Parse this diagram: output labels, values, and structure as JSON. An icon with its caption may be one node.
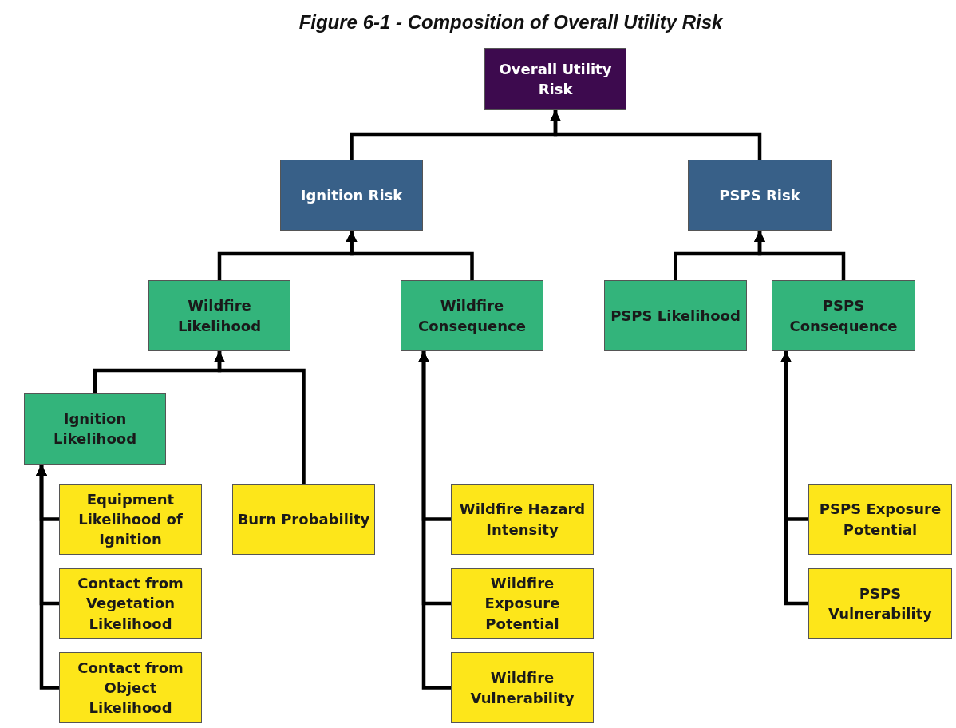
{
  "diagram": {
    "title": "Figure 6-1 - Composition of Overall Utility Risk",
    "nodes": [
      {
        "text": [
          "Overall Utility Risk"
        ]
      },
      {
        "text": [
          "Ignition Risk"
        ]
      },
      {
        "text": [
          "PSPS Risk"
        ]
      },
      {
        "text": [
          "Wildfire Likelihood"
        ]
      },
      {
        "text": [
          "Wildfire Consequence"
        ]
      },
      {
        "text": [
          "PSPS Likelihood"
        ]
      },
      {
        "text": [
          "PSPS Consequence"
        ]
      },
      {
        "text": [
          "Ignition Likelihood"
        ]
      },
      {
        "text": [
          "Equipment Likelihood of Ignition"
        ]
      },
      {
        "text": [
          "Burn Probability"
        ]
      },
      {
        "text": [
          "Wildfire Hazard Intensity"
        ]
      },
      {
        "text": [
          "PSPS Exposure Potential"
        ]
      },
      {
        "text": [
          "Contact from Vegetation Likelihood"
        ]
      },
      {
        "text": [
          "Wildfire Exposure Potential"
        ]
      },
      {
        "text": [
          "PSPS Vulnerability"
        ]
      },
      {
        "text": [
          "Contact from Object Likelihood"
        ]
      },
      {
        "text": [
          "Wildfire Vulnerability"
        ]
      }
    ],
    "edges": [
      {
        "from": 1,
        "to": 0,
        "arrow": "to"
      },
      {
        "from": 2,
        "to": 0,
        "arrow": "to"
      },
      {
        "from": 3,
        "to": 1,
        "arrow": "to"
      },
      {
        "from": 4,
        "to": 1,
        "arrow": "to"
      },
      {
        "from": 5,
        "to": 2,
        "arrow": "to"
      },
      {
        "from": 6,
        "to": 2,
        "arrow": "to"
      },
      {
        "from": 7,
        "to": 3,
        "arrow": "to"
      },
      {
        "from": 9,
        "to": 3,
        "arrow": "to"
      },
      {
        "from": 8,
        "to": 7,
        "arrow": "to"
      },
      {
        "from": 12,
        "to": 7,
        "arrow": "to"
      },
      {
        "from": 15,
        "to": 7,
        "arrow": "to"
      },
      {
        "from": 10,
        "to": 4,
        "arrow": "to"
      },
      {
        "from": 13,
        "to": 4,
        "arrow": "to"
      },
      {
        "from": 16,
        "to": 4,
        "arrow": "to"
      },
      {
        "from": 11,
        "to": 6,
        "arrow": "to"
      },
      {
        "from": 14,
        "to": 6,
        "arrow": "to"
      }
    ]
  }
}
